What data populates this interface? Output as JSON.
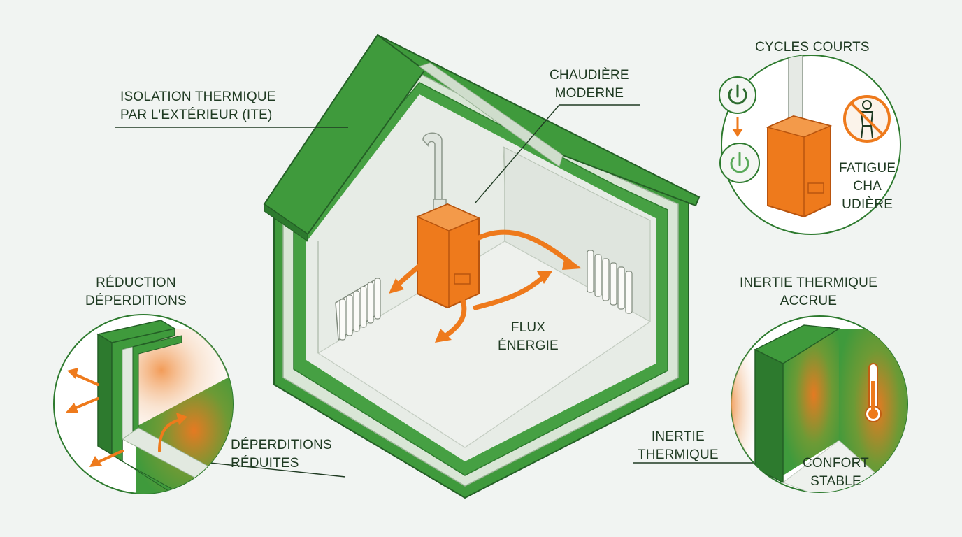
{
  "labels": {
    "ite": {
      "line1": "ISOLATION THERMIQUE",
      "line2": "PAR L'EXTÉRIEUR (ITE)"
    },
    "chaudiere": {
      "line1": "CHAUDIÈRE",
      "line2": "MODERNE"
    },
    "flux": {
      "line1": "FLUX",
      "line2": "ÉNERGIE"
    },
    "cycles": {
      "title": "CYCLES COURTS"
    },
    "fatigue": {
      "line1": "FATIGUE",
      "line2": "CHA",
      "line3": "UDIÈRE"
    },
    "reduction": {
      "line1": "RÉDUCTION",
      "line2": "DÉPERDITIONS"
    },
    "deperditions": {
      "line1": "DÉPERDITIONS",
      "line2": "RÉDUITES"
    },
    "inertie_title": {
      "line1": "INERTIE THERMIQUE",
      "line2": "ACCRUE"
    },
    "inertie": {
      "line1": "INERTIE",
      "line2": "THERMIQUE"
    },
    "confort": {
      "line1": "CONFORT",
      "line2": "STABLE"
    }
  },
  "colors": {
    "green": "#3f9a3c",
    "dark_green": "#2d7a2e",
    "orange": "#ee7a1c",
    "dark_orange": "#c25e12",
    "background": "#f1f4f2",
    "text": "#1f3a22"
  },
  "icons": [
    "power-icon",
    "down-arrow-icon",
    "no-person-icon",
    "thermometer-icon",
    "radiator-icon",
    "boiler-icon"
  ]
}
